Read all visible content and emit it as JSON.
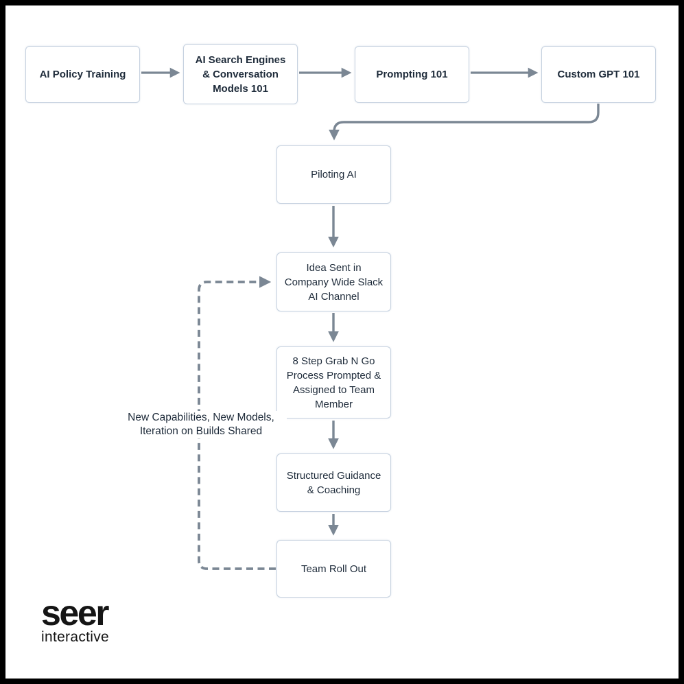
{
  "flowchart": {
    "top_row": [
      {
        "id": "ai-policy-training",
        "label": "AI Policy Training"
      },
      {
        "id": "ai-search-engines-101",
        "label": "AI Search Engines & Conversation Models 101"
      },
      {
        "id": "prompting-101",
        "label": "Prompting 101"
      },
      {
        "id": "custom-gpt-101",
        "label": "Custom GPT 101"
      }
    ],
    "main_column": [
      {
        "id": "piloting-ai",
        "label": "Piloting AI"
      },
      {
        "id": "idea-sent-slack",
        "label": "Idea Sent in Company Wide Slack AI Channel"
      },
      {
        "id": "grab-n-go-process",
        "label": "8 Step Grab N Go Process Prompted & Assigned to Team Member"
      },
      {
        "id": "structured-guidance",
        "label": "Structured Guidance & Coaching"
      },
      {
        "id": "team-roll-out",
        "label": "Team Roll Out"
      }
    ],
    "feedback_label": "New Capabilities, New Models, Iteration on Builds Shared",
    "colors": {
      "box_border": "#c7d2e0",
      "box_background": "#ffffff",
      "text": "#1e2b3a",
      "connector": "#7b8794",
      "frame": "#000000",
      "page_background": "#ffffff"
    }
  },
  "logo": {
    "line1": "seer",
    "line2": "interactive"
  }
}
